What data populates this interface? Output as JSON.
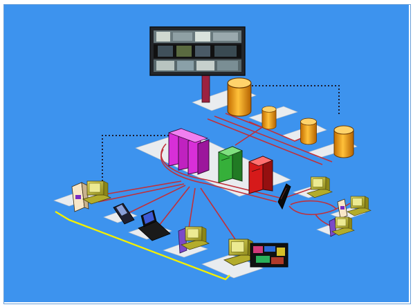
{
  "colors": {
    "background": "#3d93ee",
    "link_red": "#c0303a",
    "link_dotted": "#1a1a2e",
    "link_yellow": "#f4f000",
    "platform": "#e9ecef",
    "disk": "#f6a10c",
    "server_magenta": "#d82fd8",
    "server_green": "#36b03a",
    "server_red": "#d61a1a",
    "terminal": "#c9c33c"
  },
  "nodes": [
    {
      "id": "video-wall",
      "icon": "display-board-icon"
    },
    {
      "id": "storage-disk-1",
      "icon": "database-cylinder-icon"
    },
    {
      "id": "storage-disk-2",
      "icon": "database-cylinder-icon"
    },
    {
      "id": "storage-disk-3",
      "icon": "database-cylinder-icon"
    },
    {
      "id": "storage-disk-4",
      "icon": "database-cylinder-icon"
    },
    {
      "id": "server-rack-cluster",
      "icon": "server-rack-icon"
    },
    {
      "id": "server-green",
      "icon": "server-tower-icon"
    },
    {
      "id": "server-red",
      "icon": "server-tower-icon"
    },
    {
      "id": "firewall",
      "icon": "firewall-icon"
    },
    {
      "id": "workstation-left",
      "icon": "desktop-computer-icon"
    },
    {
      "id": "pda",
      "icon": "pda-icon"
    },
    {
      "id": "laptop",
      "icon": "laptop-icon"
    },
    {
      "id": "workstation-bottom",
      "icon": "desktop-computer-icon"
    },
    {
      "id": "workstation-display",
      "icon": "desktop-computer-icon"
    },
    {
      "id": "remote-workstation-top",
      "icon": "desktop-computer-icon"
    },
    {
      "id": "remote-tower",
      "icon": "tower-pc-icon"
    },
    {
      "id": "remote-workstation-right",
      "icon": "desktop-computer-icon"
    },
    {
      "id": "remote-workstation-bottom",
      "icon": "desktop-computer-icon"
    }
  ]
}
